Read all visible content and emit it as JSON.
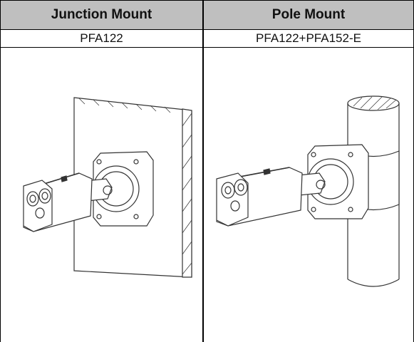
{
  "table": {
    "columns": [
      {
        "header": "Junction Mount",
        "model": "PFA122",
        "illustration": "camera-on-wall-icon"
      },
      {
        "header": "Pole Mount",
        "model": "PFA122+PFA152-E",
        "illustration": "camera-on-pole-icon"
      }
    ]
  },
  "colors": {
    "header_bg": "#bfbfbf",
    "grid": "#000000",
    "drawing": "#333333"
  }
}
